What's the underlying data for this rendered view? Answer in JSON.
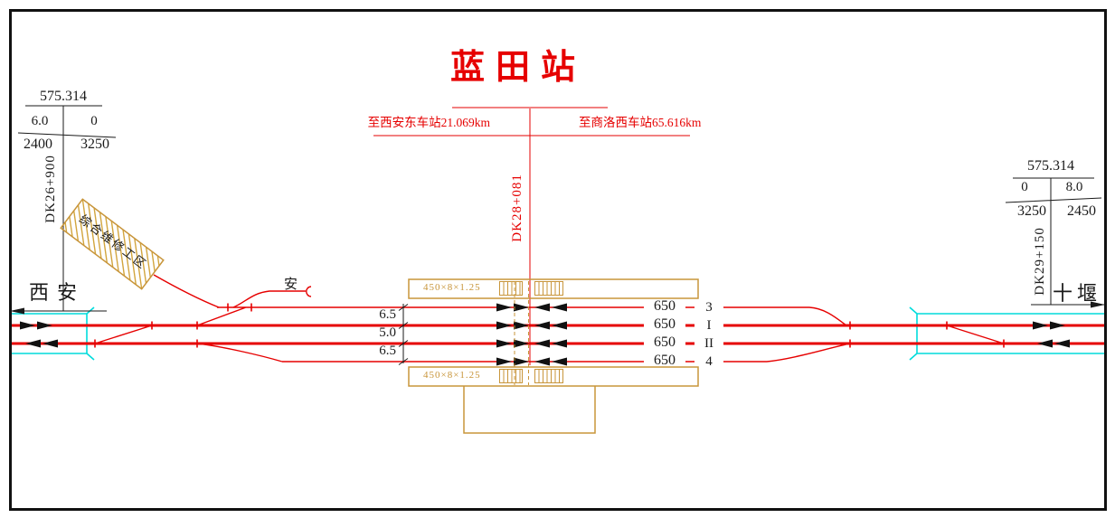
{
  "station": {
    "name": "蓝田站",
    "center_mileage": "DK28+081"
  },
  "approach": {
    "left": "至西安东车站21.069km",
    "right": "至商洛西车站65.616km"
  },
  "left_profile": {
    "elevation": "575.314",
    "grade_left": "6.0",
    "grade_right": "0",
    "length_left": "2400",
    "length_right": "3250",
    "mileage": "DK26+900"
  },
  "right_profile": {
    "elevation": "575.314",
    "grade_left": "0",
    "grade_right": "8.0",
    "length_left": "3250",
    "length_right": "2450",
    "mileage": "DK29+150"
  },
  "directions": {
    "left": "西安",
    "right": "十堰"
  },
  "depot": {
    "label": "综合维修工区"
  },
  "safety_track": {
    "label": "安"
  },
  "platforms": {
    "top_label": "450×8×1.25",
    "bottom_label": "450×8×1.25"
  },
  "track_spacings": [
    "6.5",
    "5.0",
    "6.5"
  ],
  "tracks": [
    {
      "length": "650",
      "number": "3"
    },
    {
      "length": "650",
      "number": "I"
    },
    {
      "length": "650",
      "number": "II"
    },
    {
      "length": "650",
      "number": "4"
    }
  ],
  "colors": {
    "track_red": "#e60000",
    "platform_tan": "#c8953a",
    "bridge_cyan": "#00dcdc",
    "line_black": "#1a1a1a"
  }
}
